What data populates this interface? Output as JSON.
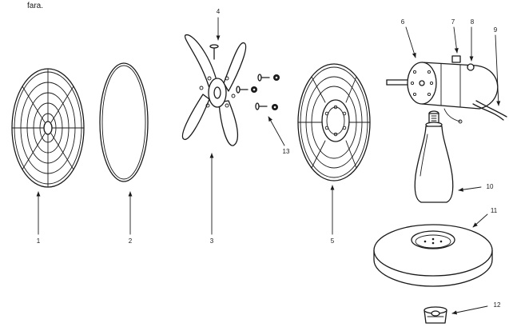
{
  "caption": "fara.",
  "labels": {
    "n1": "1",
    "n2": "2",
    "n3": "3",
    "n4": "4",
    "n5": "5",
    "n6": "6",
    "n7": "7",
    "n8": "8",
    "n9": "9",
    "n10": "10",
    "n11": "11",
    "n12": "12",
    "n13": "13"
  }
}
